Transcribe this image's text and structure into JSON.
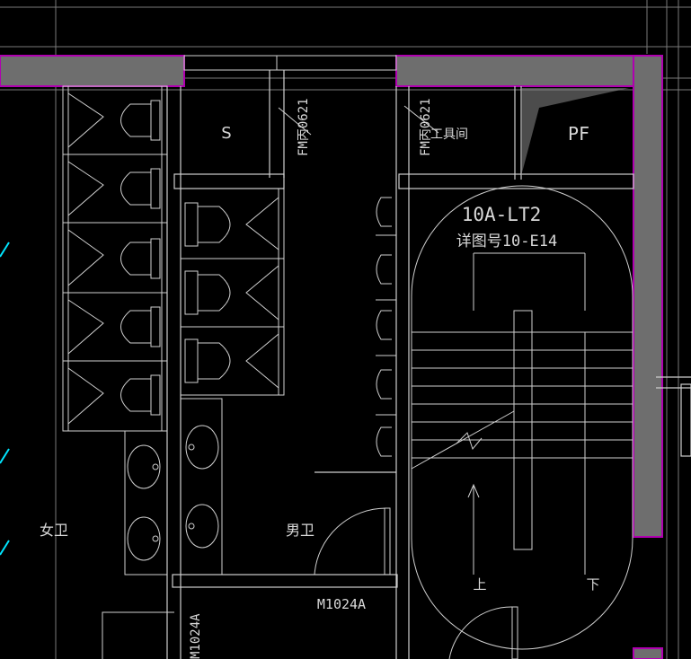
{
  "viewport": {
    "width": 769,
    "height": 734
  },
  "colors": {
    "background": "#000000",
    "line": "#cfcfcf",
    "line_dim": "#9a9a9a",
    "wall_outline": "#b000b0",
    "wall_fill": "#6e6e6e",
    "accent_cyan": "#00e5ff",
    "hatch": "#8a8a8a"
  },
  "labels": {
    "shaft_s": "S",
    "door_fm_left": "FM丙0621",
    "door_fm_right": "FM丙0621",
    "tool_room": "工具间",
    "pipe_shaft_pf": "PF",
    "stair_id": "10A-LT2",
    "stair_detail": "详图号10-E14",
    "female_wc": "女卫",
    "male_wc": "男卫",
    "door_main": "M1024A",
    "door_bottom_left": "M1024A",
    "stair_up": "上",
    "stair_down": "下"
  }
}
